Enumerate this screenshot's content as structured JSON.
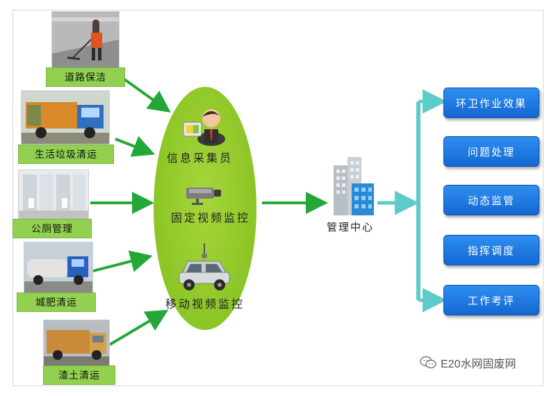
{
  "colors": {
    "source_label_bg": "#92d050",
    "ellipse": "#8cc526",
    "green_arrow": "#23a838",
    "cyan_arrow": "#5ecbc9",
    "output_box": "#1e7ae0"
  },
  "sources": [
    {
      "label": "道路保洁",
      "photo": "street-sweeper-photo"
    },
    {
      "label": "生活垃圾清运",
      "photo": "garbage-truck-photo"
    },
    {
      "label": "公厕管理",
      "photo": "public-toilet-photo"
    },
    {
      "label": "城肥清运",
      "photo": "sewage-truck-photo"
    },
    {
      "label": "渣土清运",
      "photo": "dump-truck-photo"
    }
  ],
  "collection": {
    "items": [
      {
        "label": "信息采集员",
        "icon": "collector-person-icon"
      },
      {
        "label": "固定视频监控",
        "icon": "fixed-camera-icon"
      },
      {
        "label": "移动视频监控",
        "icon": "monitoring-car-icon"
      }
    ]
  },
  "center": {
    "label": "管理中心",
    "icon": "office-building-icon"
  },
  "outputs": [
    {
      "label": "环卫作业效果"
    },
    {
      "label": "问题处理"
    },
    {
      "label": "动态监管"
    },
    {
      "label": "指挥调度"
    },
    {
      "label": "工作考评"
    }
  ],
  "watermark": {
    "text": "E20水网固废网",
    "icon": "wechat-icon"
  }
}
